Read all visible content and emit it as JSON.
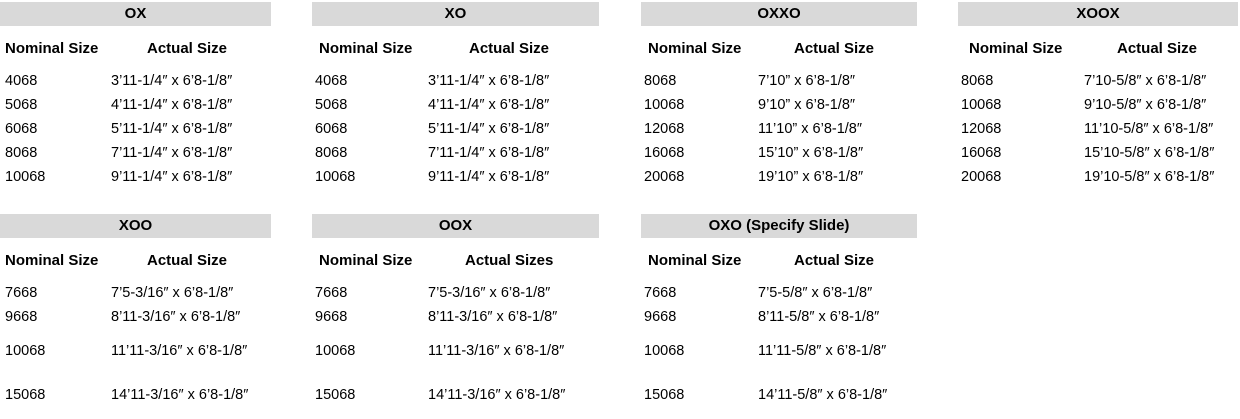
{
  "tables": [
    {
      "title": "OX",
      "col_nominal": "Nominal Size",
      "col_actual": "Actual Size",
      "rows": [
        {
          "nominal": "4068",
          "actual": "3’11-1/4″ x 6’8-1/8″"
        },
        {
          "nominal": "5068",
          "actual": "4’11-1/4″ x 6’8-1/8″"
        },
        {
          "nominal": "6068",
          "actual": "5’11-1/4″ x 6’8-1/8″"
        },
        {
          "nominal": "8068",
          "actual": "7’11-1/4″ x 6’8-1/8″"
        },
        {
          "nominal": "10068",
          "actual": "9’11-1/4″ x 6’8-1/8″"
        }
      ]
    },
    {
      "title": "XO",
      "col_nominal": "Nominal Size",
      "col_actual": "Actual Size",
      "rows": [
        {
          "nominal": "4068",
          "actual": "3’11-1/4″ x 6’8-1/8″"
        },
        {
          "nominal": "5068",
          "actual": "4’11-1/4″ x 6’8-1/8″"
        },
        {
          "nominal": "6068",
          "actual": "5’11-1/4″ x 6’8-1/8″"
        },
        {
          "nominal": "8068",
          "actual": "7’11-1/4″ x 6’8-1/8″"
        },
        {
          "nominal": "10068",
          "actual": "9’11-1/4″ x 6’8-1/8″"
        }
      ]
    },
    {
      "title": "OXXO",
      "col_nominal": "Nominal Size",
      "col_actual": "Actual Size",
      "rows": [
        {
          "nominal": "8068",
          "actual": "7’10” x 6’8-1/8″"
        },
        {
          "nominal": "10068",
          "actual": "9’10” x 6’8-1/8″"
        },
        {
          "nominal": "12068",
          "actual": "11’10” x 6’8-1/8″"
        },
        {
          "nominal": "16068",
          "actual": "15’10” x 6’8-1/8″"
        },
        {
          "nominal": "20068",
          "actual": "19’10” x 6’8-1/8″"
        }
      ]
    },
    {
      "title": "XOOX",
      "col_nominal": "Nominal Size",
      "col_actual": "Actual Size",
      "rows": [
        {
          "nominal": "8068",
          "actual": "7’10-5/8″ x 6’8-1/8″"
        },
        {
          "nominal": "10068",
          "actual": "9’10-5/8″ x 6’8-1/8″"
        },
        {
          "nominal": "12068",
          "actual": "11’10-5/8″ x 6’8-1/8″"
        },
        {
          "nominal": "16068",
          "actual": "15’10-5/8″ x 6’8-1/8″"
        },
        {
          "nominal": "20068",
          "actual": "19’10-5/8″ x 6’8-1/8″"
        }
      ]
    },
    {
      "title": "XOO",
      "col_nominal": "Nominal Size",
      "col_actual": "Actual Size",
      "rows": [
        {
          "nominal": "7668",
          "actual": "7’5-3/16″ x 6’8-1/8″"
        },
        {
          "nominal": "9668",
          "actual": "8’11-3/16″ x 6’8-1/8″"
        },
        {
          "nominal": "10068",
          "actual": "11’11-3/16″ x 6’8-1/8″"
        },
        {
          "nominal": "15068",
          "actual": "14’11-3/16″ x 6’8-1/8″"
        }
      ]
    },
    {
      "title": "OOX",
      "col_nominal": "Nominal Size",
      "col_actual": "Actual Sizes",
      "rows": [
        {
          "nominal": "7668",
          "actual": "7’5-3/16″ x 6’8-1/8″"
        },
        {
          "nominal": "9668",
          "actual": "8’11-3/16″ x 6’8-1/8″"
        },
        {
          "nominal": "10068",
          "actual": "11’11-3/16″ x 6’8-1/8″"
        },
        {
          "nominal": "15068",
          "actual": "14’11-3/16″ x 6’8-1/8″"
        }
      ]
    },
    {
      "title": "OXO (Specify Slide)",
      "col_nominal": "Nominal Size",
      "col_actual": "Actual Size",
      "rows": [
        {
          "nominal": "7668",
          "actual": "7’5-5/8″ x 6’8-1/8″"
        },
        {
          "nominal": "9668",
          "actual": "8’11-5/8″ x 6’8-1/8″"
        },
        {
          "nominal": "10068",
          "actual": "11’11-5/8″ x 6’8-1/8″"
        },
        {
          "nominal": "15068",
          "actual": "14’11-5/8″ x 6’8-1/8″"
        }
      ]
    }
  ]
}
